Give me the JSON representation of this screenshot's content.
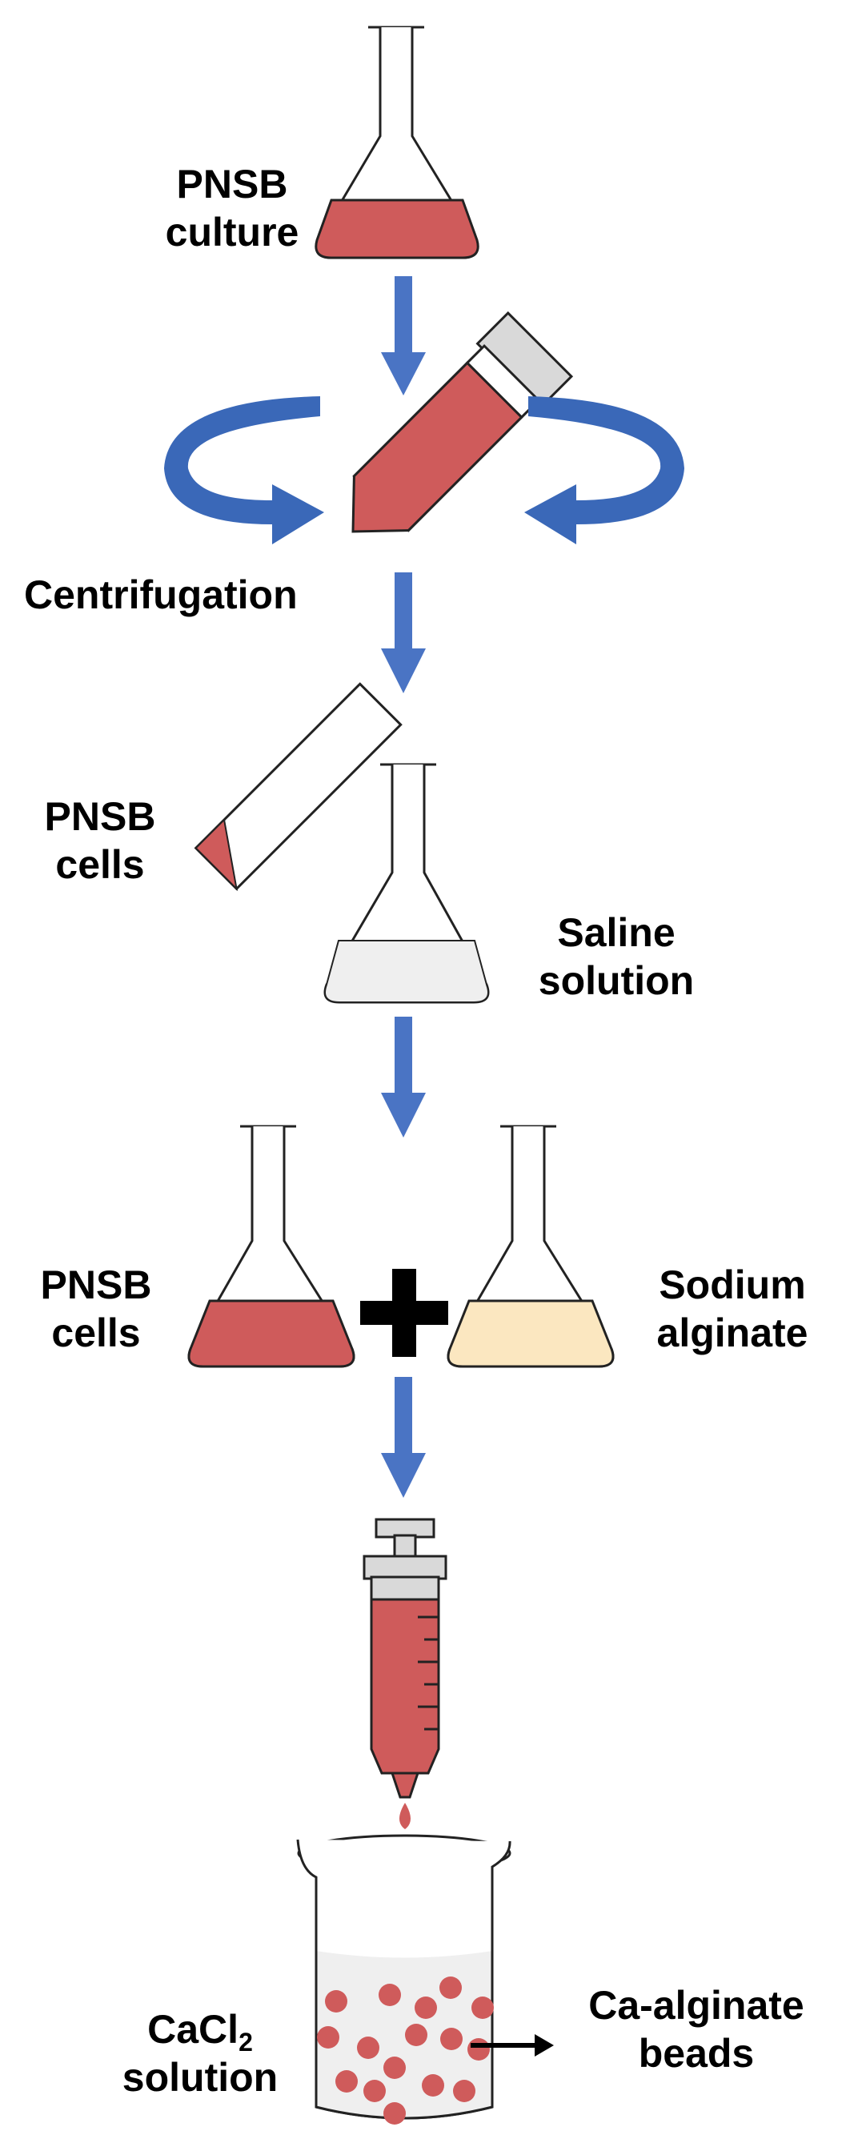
{
  "colors": {
    "red": "#cf5b5b",
    "arrow": "#4a74c4",
    "rotation_arrow": "#3a68b8",
    "saline": "#efefef",
    "alginate": "#fbe7c0",
    "black": "#000000"
  },
  "steps": {
    "culture": {
      "line1": "PNSB",
      "line2": "culture"
    },
    "centrifugation": {
      "label": "Centrifugation"
    },
    "cells_tube": {
      "line1": "PNSB",
      "line2": "cells"
    },
    "saline": {
      "line1": "Saline",
      "line2": "solution"
    },
    "cells_flask": {
      "line1": "PNSB",
      "line2": "cells"
    },
    "alginate": {
      "line1": "Sodium",
      "line2": "alginate"
    },
    "cacl2": {
      "prefix": "CaCl",
      "subscript": "2",
      "line2": "solution"
    },
    "beads": {
      "line1": "Ca-alginate",
      "line2": "beads"
    }
  },
  "icons": [
    "erlenmeyer-flask-icon",
    "centrifuge-tube-icon",
    "rotation-arrow-icon",
    "flow-arrow-icon",
    "plus-icon",
    "syringe-icon",
    "beaker-icon"
  ]
}
